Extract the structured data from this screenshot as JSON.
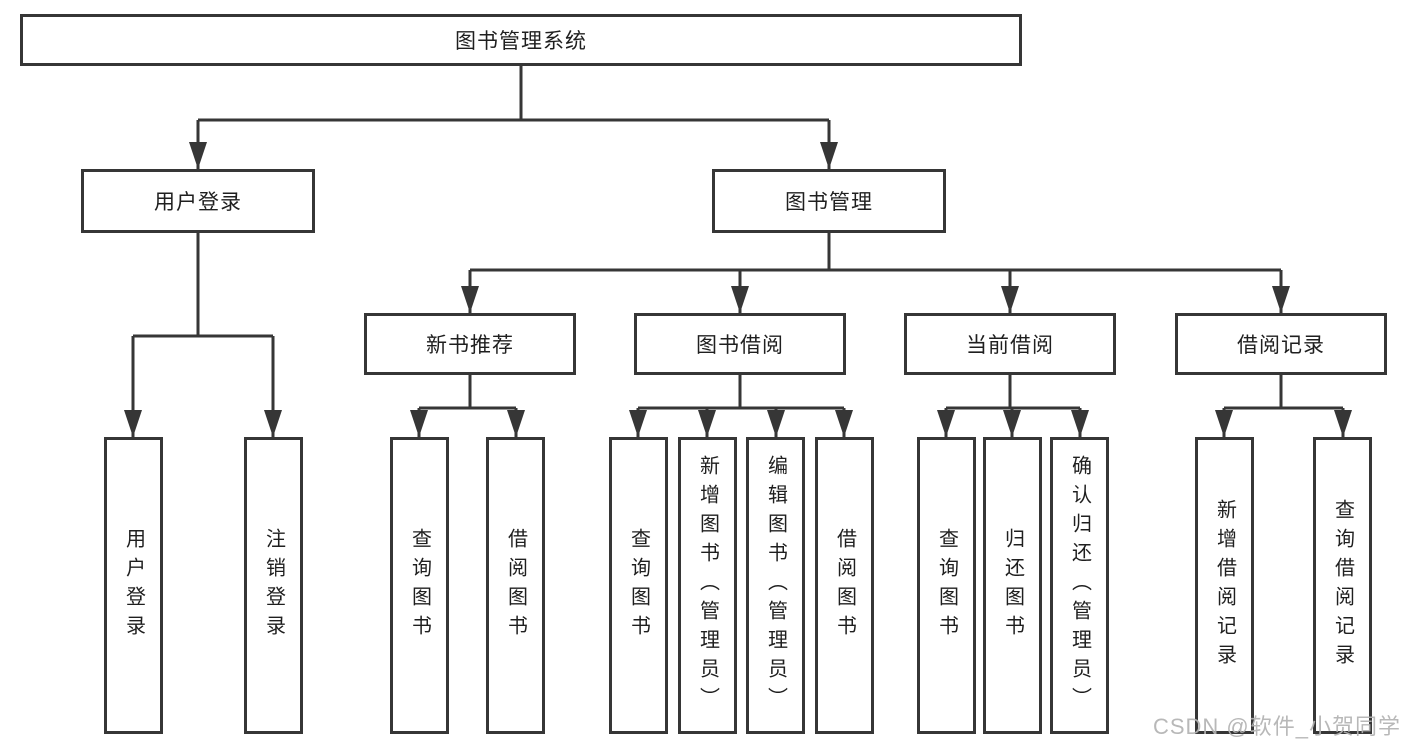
{
  "tree": {
    "label": "图书管理系统",
    "children": [
      {
        "label": "用户登录",
        "children": [
          {
            "label": "用户登录"
          },
          {
            "label": "注销登录"
          }
        ]
      },
      {
        "label": "图书管理",
        "children": [
          {
            "label": "新书推荐",
            "children": [
              {
                "label": "查询图书"
              },
              {
                "label": "借阅图书"
              }
            ]
          },
          {
            "label": "图书借阅",
            "children": [
              {
                "label": "查询图书"
              },
              {
                "label": "新增图书（管理员）"
              },
              {
                "label": "编辑图书（管理员）"
              },
              {
                "label": "借阅图书"
              }
            ]
          },
          {
            "label": "当前借阅",
            "children": [
              {
                "label": "查询图书"
              },
              {
                "label": "归还图书"
              },
              {
                "label": "确认归还（管理员）"
              }
            ]
          },
          {
            "label": "借阅记录",
            "children": [
              {
                "label": "新增借阅记录"
              },
              {
                "label": "查询借阅记录"
              }
            ]
          }
        ]
      }
    ]
  },
  "watermark": "CSDN @软件_小贺同学",
  "colors": {
    "line": "#363636",
    "box_border": "#363636",
    "box_fill": "#ffffff",
    "text": "#1f1f1f",
    "watermark": "#b2b2b2",
    "background": "#ffffff"
  }
}
